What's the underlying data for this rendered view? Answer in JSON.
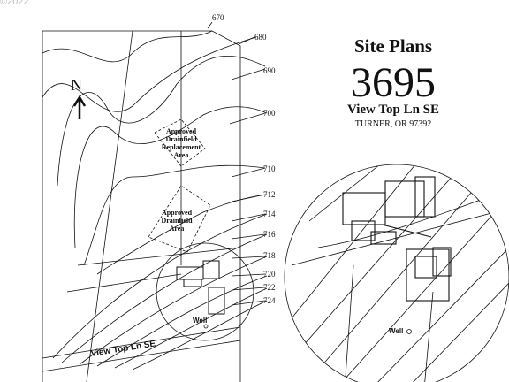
{
  "watermark": "©2022",
  "header": {
    "title": "Site Plans",
    "house_number": "3695",
    "street": "View Top Ln SE",
    "city_line": "TURNER, OR 97392"
  },
  "north_label": "N",
  "contours": [
    "670",
    "680",
    "690",
    "700",
    "710",
    "712",
    "714",
    "716",
    "718",
    "720",
    "722",
    "724"
  ],
  "areas": {
    "replacement": "Approved Drainfield Replacement Area",
    "drainfield": "Approved Drainfield Area"
  },
  "road_label": "View Top Ln SE",
  "well_label": "Well",
  "detail_well_label": "Well"
}
